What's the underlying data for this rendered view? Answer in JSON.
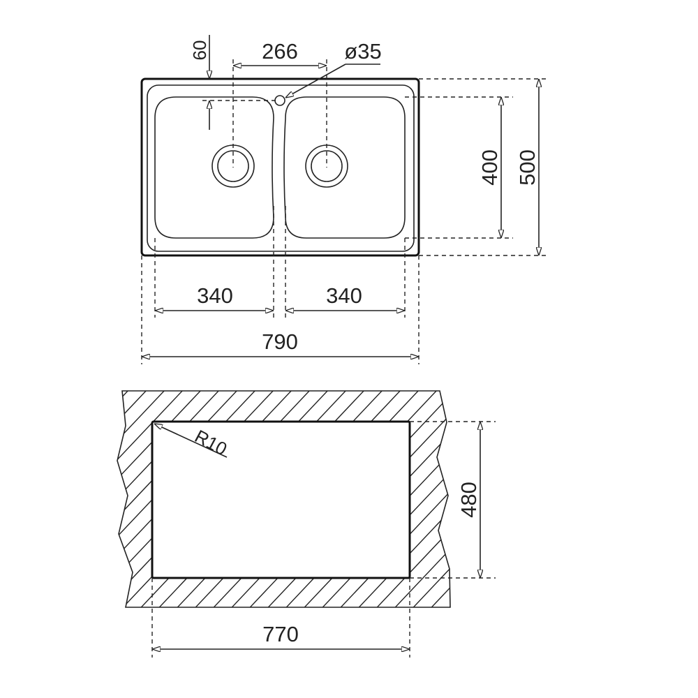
{
  "top_view": {
    "dim_tap_offset": "60",
    "dim_drain_spacing": "266",
    "dim_tap_hole": "ø35",
    "dim_bowl_depth": "400",
    "dim_overall_depth": "500",
    "dim_left_bowl": "340",
    "dim_right_bowl": "340",
    "dim_overall_width": "790"
  },
  "cutout_view": {
    "dim_corner_radius": "R10",
    "dim_cutout_depth": "480",
    "dim_cutout_width": "770"
  },
  "colors": {
    "line": "#222222",
    "background": "#ffffff"
  }
}
